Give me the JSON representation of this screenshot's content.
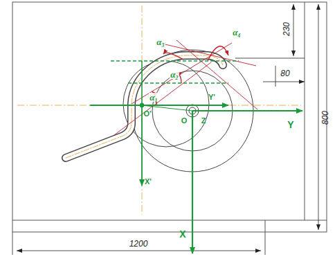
{
  "diagram": {
    "labels": [
      "230",
      "80",
      "800",
      "1200",
      "α₁",
      "α₂",
      "α₃",
      "α₄",
      "Y'",
      "X'",
      "O'",
      "O",
      "Z",
      "Y",
      "X"
    ]
  }
}
